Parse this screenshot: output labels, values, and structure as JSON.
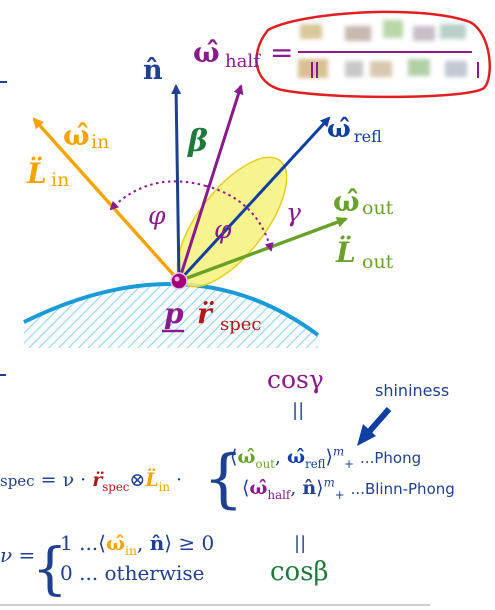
{
  "colors": {
    "normal": "#1f3f8f",
    "half": "#8b1a8c",
    "incident": "#f5a300",
    "reflected": "#0f3fa0",
    "outgoing": "#6aa12a",
    "lobe": "#f6f17a",
    "surface": "#1a9ad6",
    "hatch": "#7fd0f0",
    "point": "#a0007a",
    "beta": "#1d7a3a",
    "phi": "#8b1a8c",
    "r_spec": "#b01818",
    "red_circle": "#e02020",
    "arrow": "#0f3fa0"
  },
  "labels": {
    "n_hat": "n̂",
    "omega_half": "ω̂",
    "half_sub": "half",
    "equals": "=",
    "omega_in": "ω̂",
    "in_sub": "in",
    "L_in": "L̈",
    "L_in_sub": "in",
    "beta": "β",
    "omega_refl": "ω̂",
    "refl_sub": "refl",
    "phi_left": "φ",
    "phi_right": "φ",
    "gamma": "γ",
    "omega_out": "ω̂",
    "out_sub": "out",
    "L_out": "L̈",
    "L_out_sub": "out",
    "p": "p",
    "r_spec": "r̈",
    "spec_sub": "spec"
  },
  "right_panel": {
    "cos_gamma": "cosγ",
    "parallel_top": "||",
    "shininess": "shininess",
    "parallel_bottom": "||",
    "cos_beta": "cosβ"
  },
  "equation_main": {
    "prefix_sub": "spec",
    "eq": " = ν · ",
    "r": "r̈",
    "r_sub": "spec",
    "otimes": "⊗",
    "L": "L̈",
    "L_sub": "in",
    "dot": " · ",
    "phong_open": "⟨",
    "phong_w1": "ω̂",
    "phong_w1_sub": "out",
    "comma": ", ",
    "phong_w2": "ω̂",
    "phong_w2_sub": "refl",
    "phong_close": "⟩",
    "m": "m",
    "plus": "+",
    "phong_label": "...Phong",
    "blinn_open": "⟨",
    "blinn_w1": "ω̂",
    "blinn_w1_sub": "half",
    "blinn_comma": ", ",
    "blinn_n": "n̂",
    "blinn_close": "⟩",
    "blinn_m": "m",
    "blinn_plus": "+",
    "blinn_label": "...Blinn-Phong"
  },
  "equation_nu": {
    "nu": "ν =",
    "case1_value": "1 ...",
    "case1_open": "⟨",
    "case1_w": "ω̂",
    "case1_w_sub": "in",
    "case1_comma": ", ",
    "case1_n": "n̂",
    "case1_close": "⟩ ≥ 0",
    "case2": "0 ... otherwise"
  }
}
